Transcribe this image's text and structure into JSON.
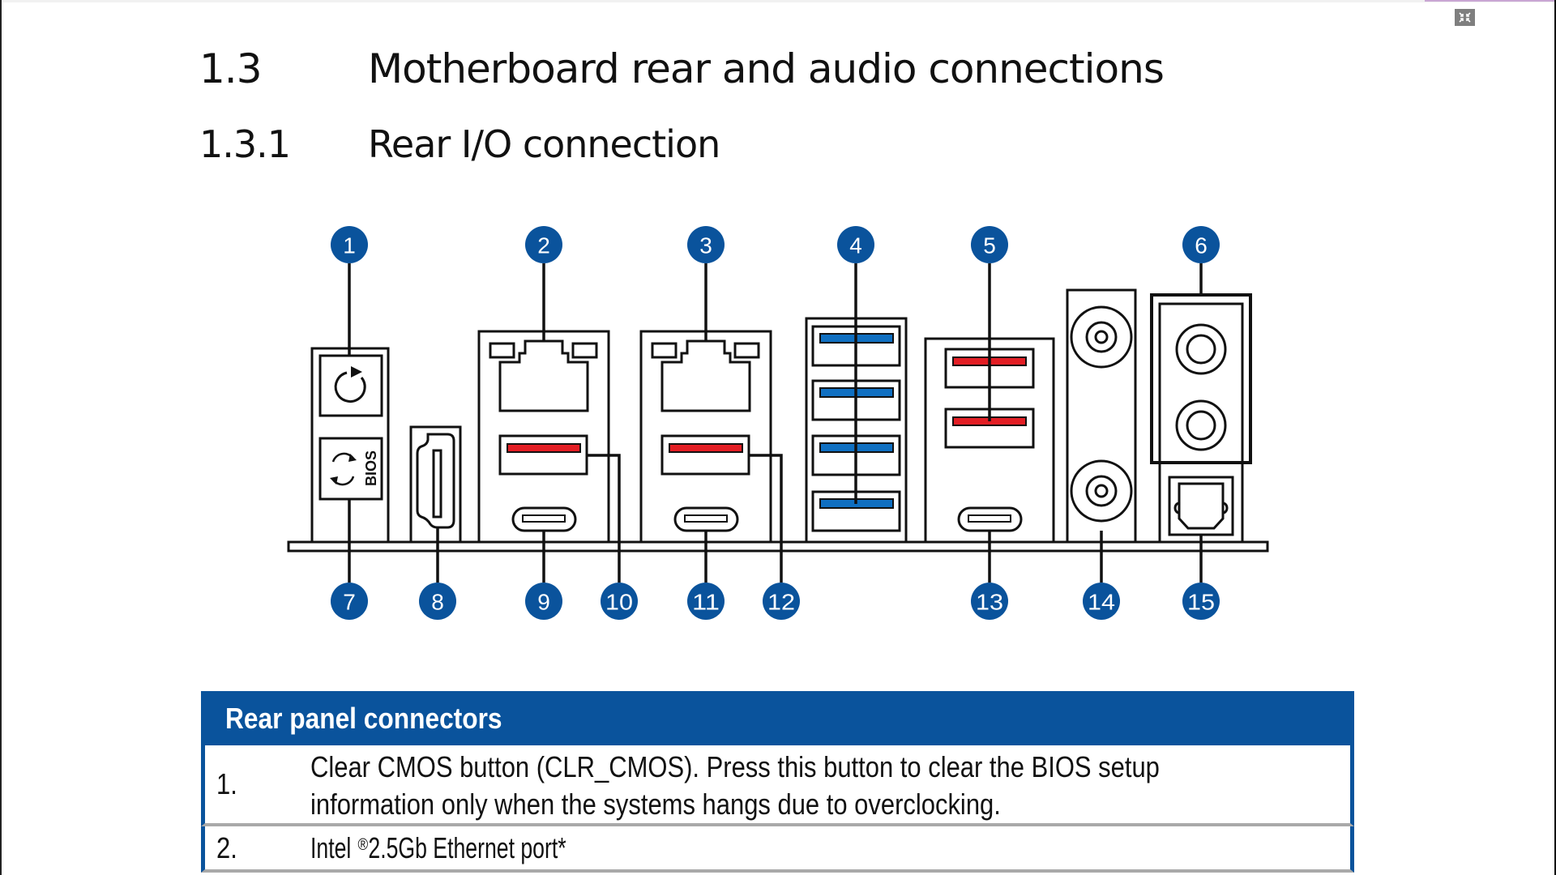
{
  "window": {
    "collapse_button_icon": "collapse-arrows-icon"
  },
  "headings": {
    "section_number": "1.3",
    "section_title": "Motherboard rear and audio connections",
    "subsection_number": "1.3.1",
    "subsection_title": "Rear I/O connection"
  },
  "diagram": {
    "accent_color": "#0a539c",
    "usb_red": "#e31e24",
    "usb_blue": "#0f6fc1",
    "callouts_top": [
      "1",
      "2",
      "3",
      "4",
      "5",
      "6"
    ],
    "callouts_bottom": [
      "7",
      "8",
      "9",
      "10",
      "11",
      "12",
      "13",
      "14",
      "15"
    ],
    "bios_label": "BIOS",
    "icons": {
      "clr_cmos": "refresh-arrow-icon",
      "bios_flashback": "bios-sync-icon",
      "hdmi": "hdmi-port-icon",
      "ethernet": "rj45-port-icon",
      "usb_a": "usb-a-port-icon",
      "usb_c": "usb-c-port-icon",
      "audio_jack": "audio-jack-icon",
      "optical": "optical-spdif-icon"
    }
  },
  "table": {
    "header": "Rear panel connectors",
    "rows": [
      {
        "num": "1.",
        "line1": "Clear CMOS button (CLR_CMOS). Press this button to clear the BIOS setup",
        "line2": "information only when the systems hangs due to overclocking."
      },
      {
        "num": "2.",
        "pre": "Intel",
        "sup": "®",
        "post": " 2.5Gb Ethernet port*"
      }
    ]
  }
}
